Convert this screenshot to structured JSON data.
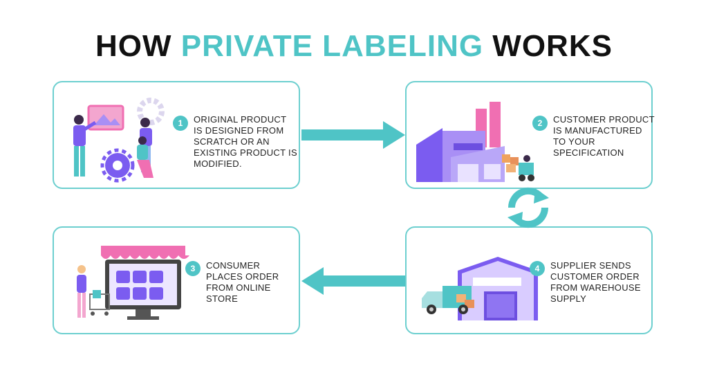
{
  "title": {
    "part1": "HOW ",
    "part2": "PRIVATE LABELING",
    "part3": " WORKS"
  },
  "colors": {
    "accent": "#4fc4c6",
    "border": "#6ccfcf",
    "purple": "#7b5cf0",
    "pink": "#f06fb2"
  },
  "steps": [
    {
      "number": "1",
      "text": "ORIGINAL PRODUCT IS DESIGNED FROM SCRATCH OR AN EXISTING PRODUCT IS MODIFIED.",
      "icon": "designers-icon"
    },
    {
      "number": "2",
      "text": "CUSTOMER PRODUCT IS MANUFACTURED TO YOUR SPECIFICATION",
      "icon": "factory-icon"
    },
    {
      "number": "3",
      "text": "CONSUMER PLACES ORDER FROM ONLINE STORE",
      "icon": "online-store-icon"
    },
    {
      "number": "4",
      "text": "SUPPLIER SENDS CUSTOMER ORDER FROM WAREHOUSE SUPPLY",
      "icon": "warehouse-truck-icon"
    }
  ]
}
